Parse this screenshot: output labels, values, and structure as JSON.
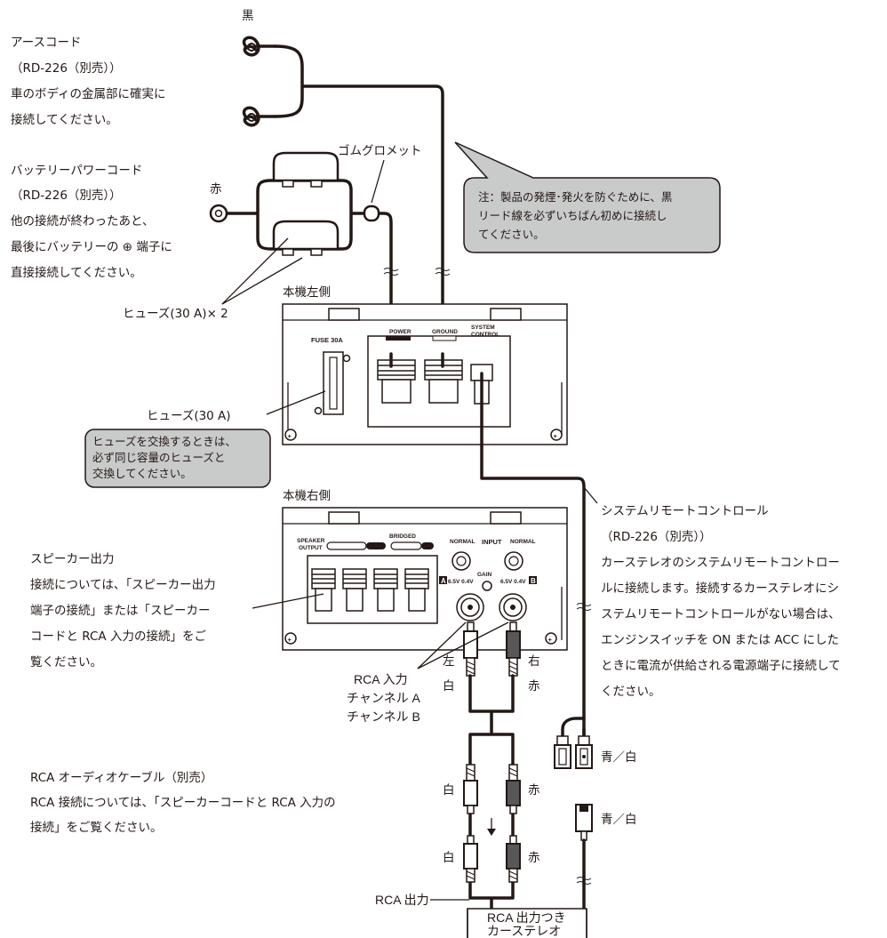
{
  "earth_cord": {
    "black": "黒",
    "lines": [
      "アースコード",
      "（RD-226（別売））",
      "車のボディの金属部に確実に",
      "接続してください。"
    ]
  },
  "battery_cord": {
    "red": "赤",
    "lines": [
      "バッテリーパワーコード",
      "（RD-226（別売））",
      "他の接続が終わったあと、",
      "最後にバッテリーの ⊕ 端子に",
      "直接接続してください。"
    ]
  },
  "grommet": "ゴムグロメット",
  "fuse_x2": "ヒューズ(30 A)× 2",
  "caution_note": [
    "注：製品の発煙･発火を防ぐために、黒",
    "リード線を必ずいちばん初めに接続し",
    "てください。"
  ],
  "left_side_title": "本機左側",
  "right_side_title": "本機右側",
  "fuse_single": "ヒューズ(30 A)",
  "fuse_callout": [
    "ヒューズを交換するときは、",
    "必ず同じ容量のヒューズと",
    "交換してください。"
  ],
  "panel_left": {
    "fuse30a": "FUSE 30A",
    "power": "POWER",
    "ground": "GROUND",
    "system": "SYSTEM",
    "control": "CONTROL"
  },
  "panel_right": {
    "speaker": "SPEAKER",
    "output": "OUTPUT",
    "bridged": "BRIDGED",
    "normal_l": "NORMAL",
    "input": "INPUT",
    "normal_r": "NORMAL",
    "gain": "GAIN",
    "gain_vals": "6.5V 0.4V",
    "ch_a": "A",
    "ch_b": "B"
  },
  "system_remote": {
    "lines": [
      "システムリモートコントロール",
      "（RD-226（別売））",
      "カーステレオのシステムリモートコントロー",
      "ルに接続します。接続するカーステレオにシ",
      "ステムリモートコントロールがない場合は、",
      "エンジンスイッチを ON または ACC にした",
      "ときに電流が供給される電源端子に接続して",
      "ください。"
    ]
  },
  "speaker_output": {
    "lines": [
      "スピーカー出力",
      "接続については、「スピーカー出力",
      "端子の接続」または「スピーカー",
      "コードと RCA 入力の接続」をご",
      "覧ください。"
    ]
  },
  "rca_input": {
    "left": "左",
    "white": "白",
    "right": "右",
    "red": "赤",
    "lines": [
      "RCA 入力",
      "チャンネル A",
      "チャンネル B"
    ]
  },
  "rca_cable": {
    "lines": [
      "RCA オーディオケーブル（別売）",
      "RCA 接続については、「スピーカーコードと RCA 入力の",
      "接続」をご覧ください。"
    ]
  },
  "plug_labels": {
    "white1": "白",
    "red1": "赤",
    "white2": "白",
    "red2": "赤",
    "bluewhite1": "青／白",
    "bluewhite2": "青／白"
  },
  "rca_output": "RCA 出力",
  "head_unit": [
    "RCA 出力つき",
    "カーステレオ"
  ],
  "colors": {
    "ink": "#231815",
    "callout_fill": "#c9caca",
    "plug_dark": "#595757"
  }
}
